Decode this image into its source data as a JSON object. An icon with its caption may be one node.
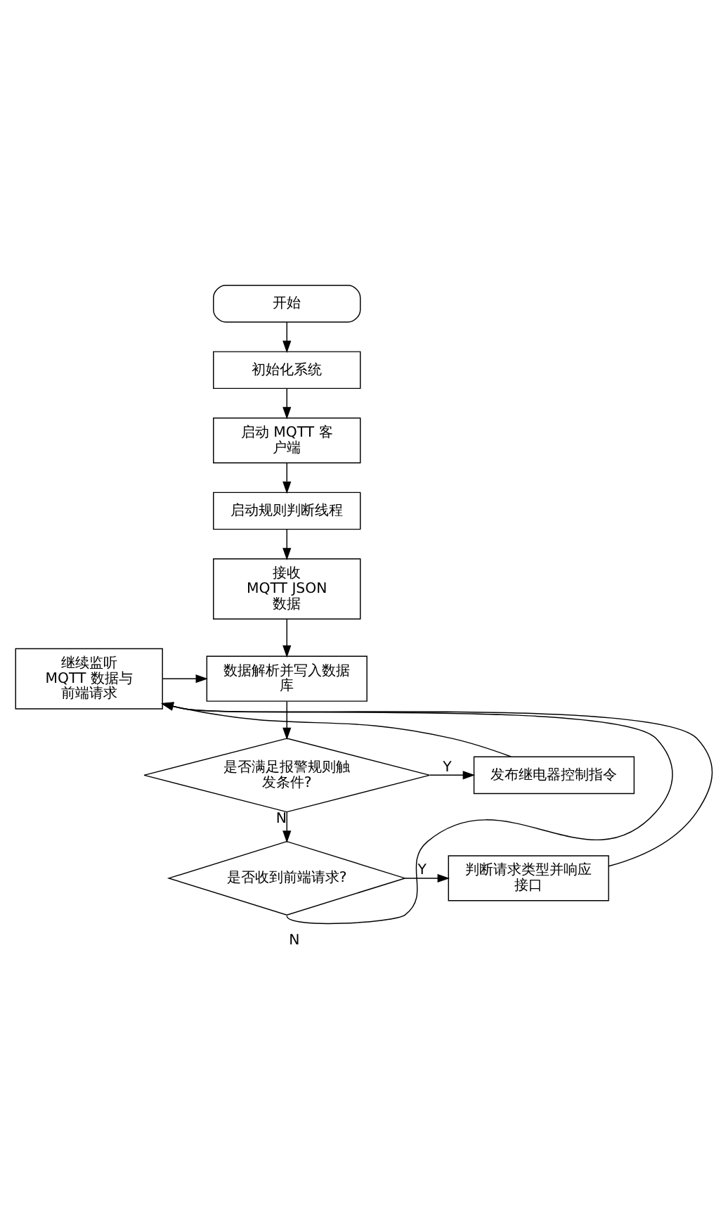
{
  "diagram": {
    "nodes": [
      {
        "text": [
          "开始"
        ]
      },
      {
        "text": [
          "初始化系统"
        ]
      },
      {
        "text": [
          "启动 MQTT 客户端"
        ]
      },
      {
        "text": [
          "启动规则判断线程"
        ]
      },
      {
        "text": [
          "接收 MQTT JSON 数据"
        ]
      },
      {
        "text": [
          "数据解析并写入数据库"
        ]
      },
      {
        "text": [
          "继续监听 MQTT 数据与前端请求"
        ]
      },
      {
        "text": [
          "是否满足报警规则触发条件?"
        ]
      },
      {
        "text": [
          "发布继电器控制指令"
        ]
      },
      {
        "text": [
          "是否收到前端请求?"
        ]
      },
      {
        "text": [
          "判断请求类型并响应接口"
        ]
      }
    ],
    "edges": [
      {
        "from": 0,
        "to": 1,
        "arrow": "to"
      },
      {
        "from": 1,
        "to": 2,
        "arrow": "to"
      },
      {
        "from": 2,
        "to": 3,
        "arrow": "to"
      },
      {
        "from": 3,
        "to": 4,
        "arrow": "to"
      },
      {
        "from": 4,
        "to": 5,
        "arrow": "to"
      },
      {
        "from": 5,
        "to": 7,
        "arrow": "to"
      },
      {
        "from": 7,
        "to": 8,
        "label": "Y",
        "arrow": "to"
      },
      {
        "from": 8,
        "to": 6,
        "arrow": "to"
      },
      {
        "from": 6,
        "to": 5,
        "arrow": "to"
      },
      {
        "from": 7,
        "to": 9,
        "label": "N",
        "arrow": "to"
      },
      {
        "from": 9,
        "to": 10,
        "label": "Y",
        "arrow": "to"
      },
      {
        "from": 10,
        "to": 6,
        "arrow": "to"
      },
      {
        "from": 9,
        "to": 6,
        "label": "N",
        "arrow": "to"
      }
    ]
  }
}
